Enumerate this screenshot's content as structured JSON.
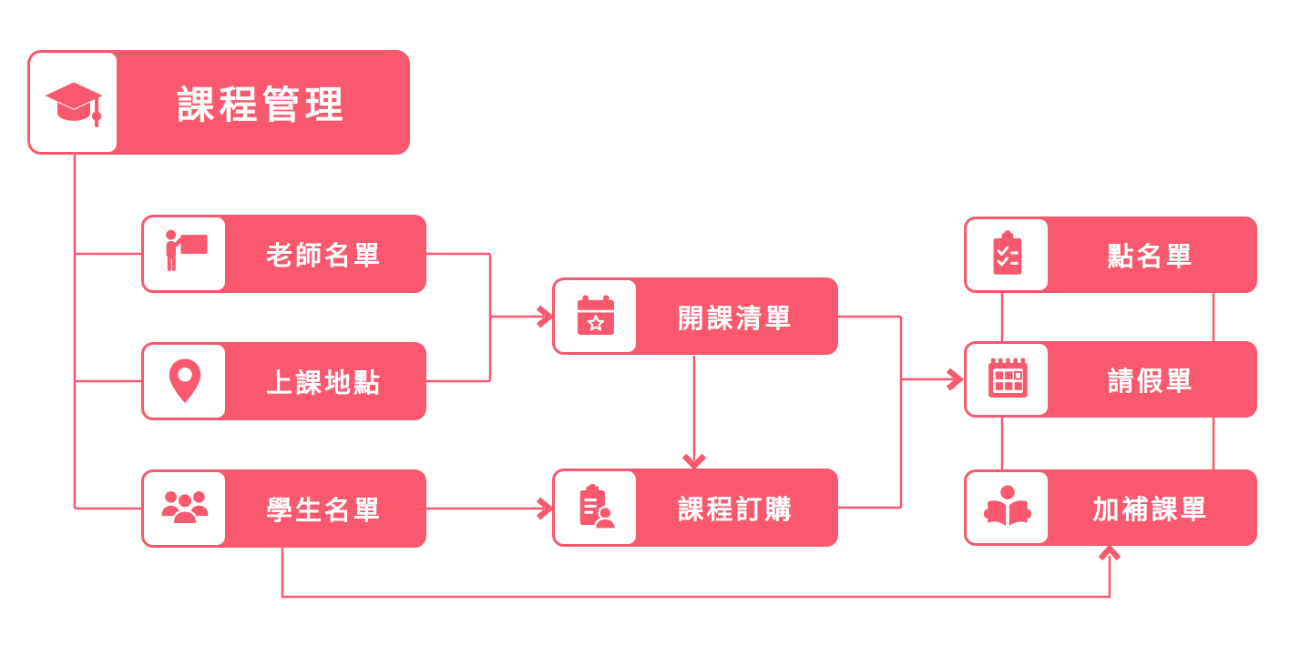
{
  "diagram": {
    "root": {
      "label": "課程管理",
      "icon": "graduation-cap-icon"
    },
    "nodes": {
      "teacher_list": {
        "label": "老師名單",
        "icon": "teacher-pointing-board-icon"
      },
      "class_location": {
        "label": "上課地點",
        "icon": "location-pin-icon"
      },
      "student_list": {
        "label": "學生名單",
        "icon": "student-group-icon"
      },
      "course_open_list": {
        "label": "開課清單",
        "icon": "calendar-star-icon"
      },
      "course_order": {
        "label": "課程訂購",
        "icon": "clipboard-person-icon"
      },
      "roll_call_sheet": {
        "label": "點名單",
        "icon": "clipboard-checklist-icon"
      },
      "leave_form": {
        "label": "請假單",
        "icon": "calendar-grid-icon"
      },
      "makeup_class_form": {
        "label": "加補課單",
        "icon": "person-reading-book-icon"
      }
    },
    "edges": [
      {
        "from": "課程管理",
        "to": "老師名單"
      },
      {
        "from": "課程管理",
        "to": "上課地點"
      },
      {
        "from": "課程管理",
        "to": "學生名單"
      },
      {
        "from": "老師名單",
        "to": "開課清單"
      },
      {
        "from": "上課地點",
        "to": "開課清單"
      },
      {
        "from": "開課清單",
        "to": "課程訂購"
      },
      {
        "from": "學生名單",
        "to": "課程訂購"
      },
      {
        "from": "開課清單",
        "to": "請假單"
      },
      {
        "from": "課程訂購",
        "to": "請假單"
      },
      {
        "from": "點名單",
        "to": "請假單"
      },
      {
        "from": "請假單",
        "to": "加補課單"
      },
      {
        "from": "學生名單",
        "to": "加補課單"
      }
    ],
    "colors": {
      "accent": "#f9586e",
      "node_text": "#ffffff",
      "background": "#ffffff"
    }
  }
}
